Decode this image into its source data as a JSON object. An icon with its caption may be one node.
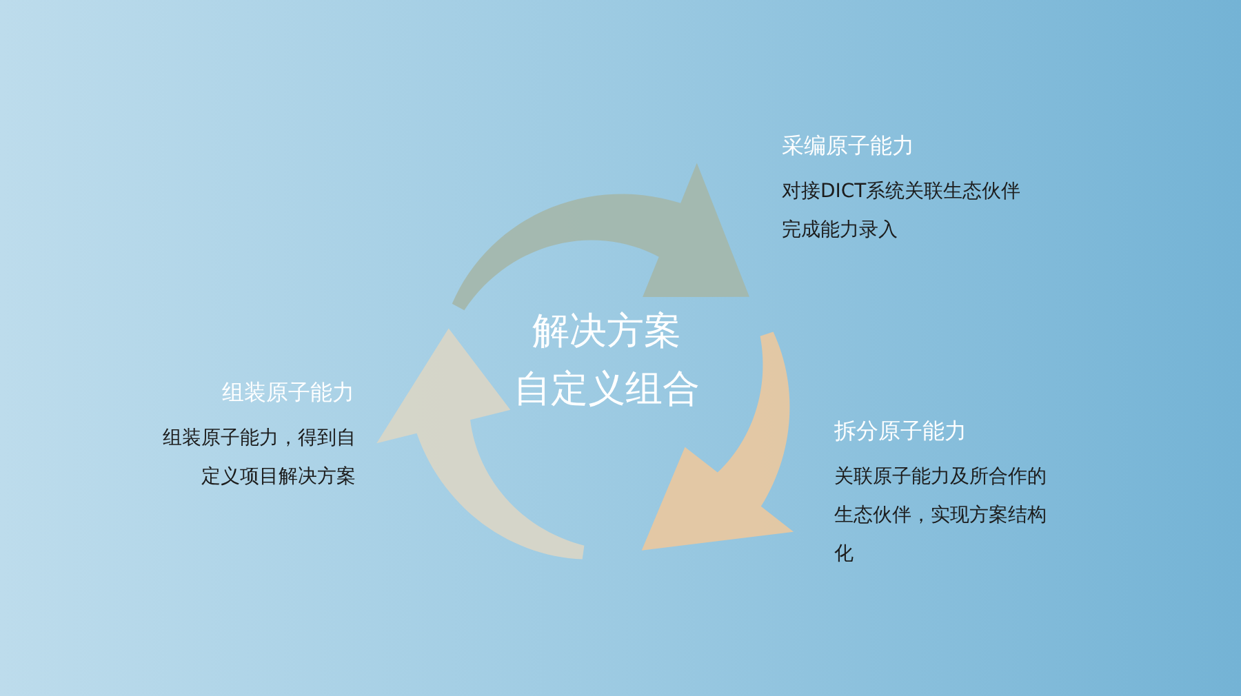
{
  "diagram": {
    "labels": [
      "采编原子能力",
      "对接DICT系统关联生态伙伴完成能力录入",
      "解决方案",
      "自定义组合",
      "组装原子能力",
      "组装原子能力，得到自定义项目解决方案",
      "拆分原子能力",
      "关联原子能力及所合作的生态伙伴，实现方案结构化"
    ]
  }
}
